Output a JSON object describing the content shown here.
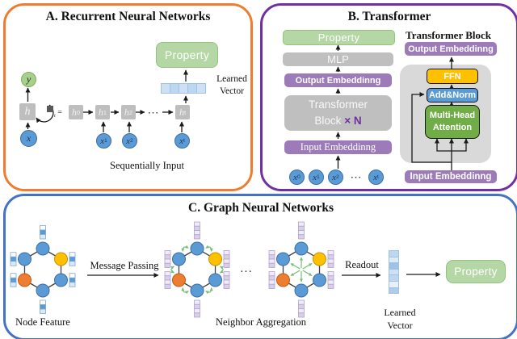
{
  "colors": {
    "panel_a_border": "#ED7D31",
    "panel_b_border": "#7030A0",
    "panel_c_border": "#4472C4",
    "property_green": "#B5D7A5",
    "box_gray": "#BFBFBF",
    "embedding_purple": "#9D7BB9",
    "ffn_yellow": "#FFC000",
    "addnorm_blue": "#5B9BD5",
    "mha_green": "#70AD47",
    "node_blue": "#5B9BD5",
    "node_yellow": "#FFC000",
    "node_orange": "#ED7D31",
    "n_times_purple": "#7030A0"
  },
  "panel_a": {
    "title": "A. Recurrent Neural Networks",
    "property": "Property",
    "learned_vector_line1": "Learned",
    "learned_vector_line2": "Vector",
    "y_label": "y",
    "h_label": "h",
    "x_label": "x",
    "t_sub": "t",
    "equals": "=",
    "chain": [
      {
        "base": "h",
        "sub": "0"
      },
      {
        "base": "h",
        "sub": "1"
      },
      {
        "base": "h",
        "sub": "2"
      }
    ],
    "chain_last": {
      "base": "h",
      "sub": "t"
    },
    "dots": "⋯",
    "inputs": [
      {
        "base": "x",
        "sub": "1"
      },
      {
        "base": "x",
        "sub": "2"
      }
    ],
    "input_last": {
      "base": "x",
      "sub": "t"
    },
    "caption": "Sequentially Input"
  },
  "panel_b": {
    "title": "B. Transformer",
    "property": "Property",
    "mlp": "MLP",
    "output_embedding": "Output Embeddinng",
    "transformer_block_line1": "Transformer",
    "transformer_block_line2": "Block",
    "n_times": "× N",
    "input_embedding": "Input Embeddinng",
    "dots": "⋯",
    "tokens": [
      {
        "base": "x",
        "sub": "0"
      },
      {
        "base": "x",
        "sub": "1"
      },
      {
        "base": "x",
        "sub": "2"
      }
    ],
    "token_last": {
      "base": "x",
      "sub": "t"
    },
    "block": {
      "title": "Transformer Block",
      "output_embedding": "Output Embeddinng",
      "ffn": "FFN",
      "add_norm": "Add&Norm",
      "mha_line1": "Multi-Head",
      "mha_line2": "Attention",
      "input_embedding": "Input Embeddinng"
    }
  },
  "panel_c": {
    "title": "C. Graph Neural Networks",
    "message_passing": "Message Passing",
    "readout": "Readout",
    "node_feature": "Node Feature",
    "neighbor_aggregation": "Neighbor Aggregation",
    "learned_line1": "Learned",
    "learned_line2": "Vector",
    "dots": "...",
    "property": "Property",
    "hex_node_colors": [
      "blue",
      "yellow",
      "blue",
      "blue",
      "orange",
      "blue"
    ]
  }
}
